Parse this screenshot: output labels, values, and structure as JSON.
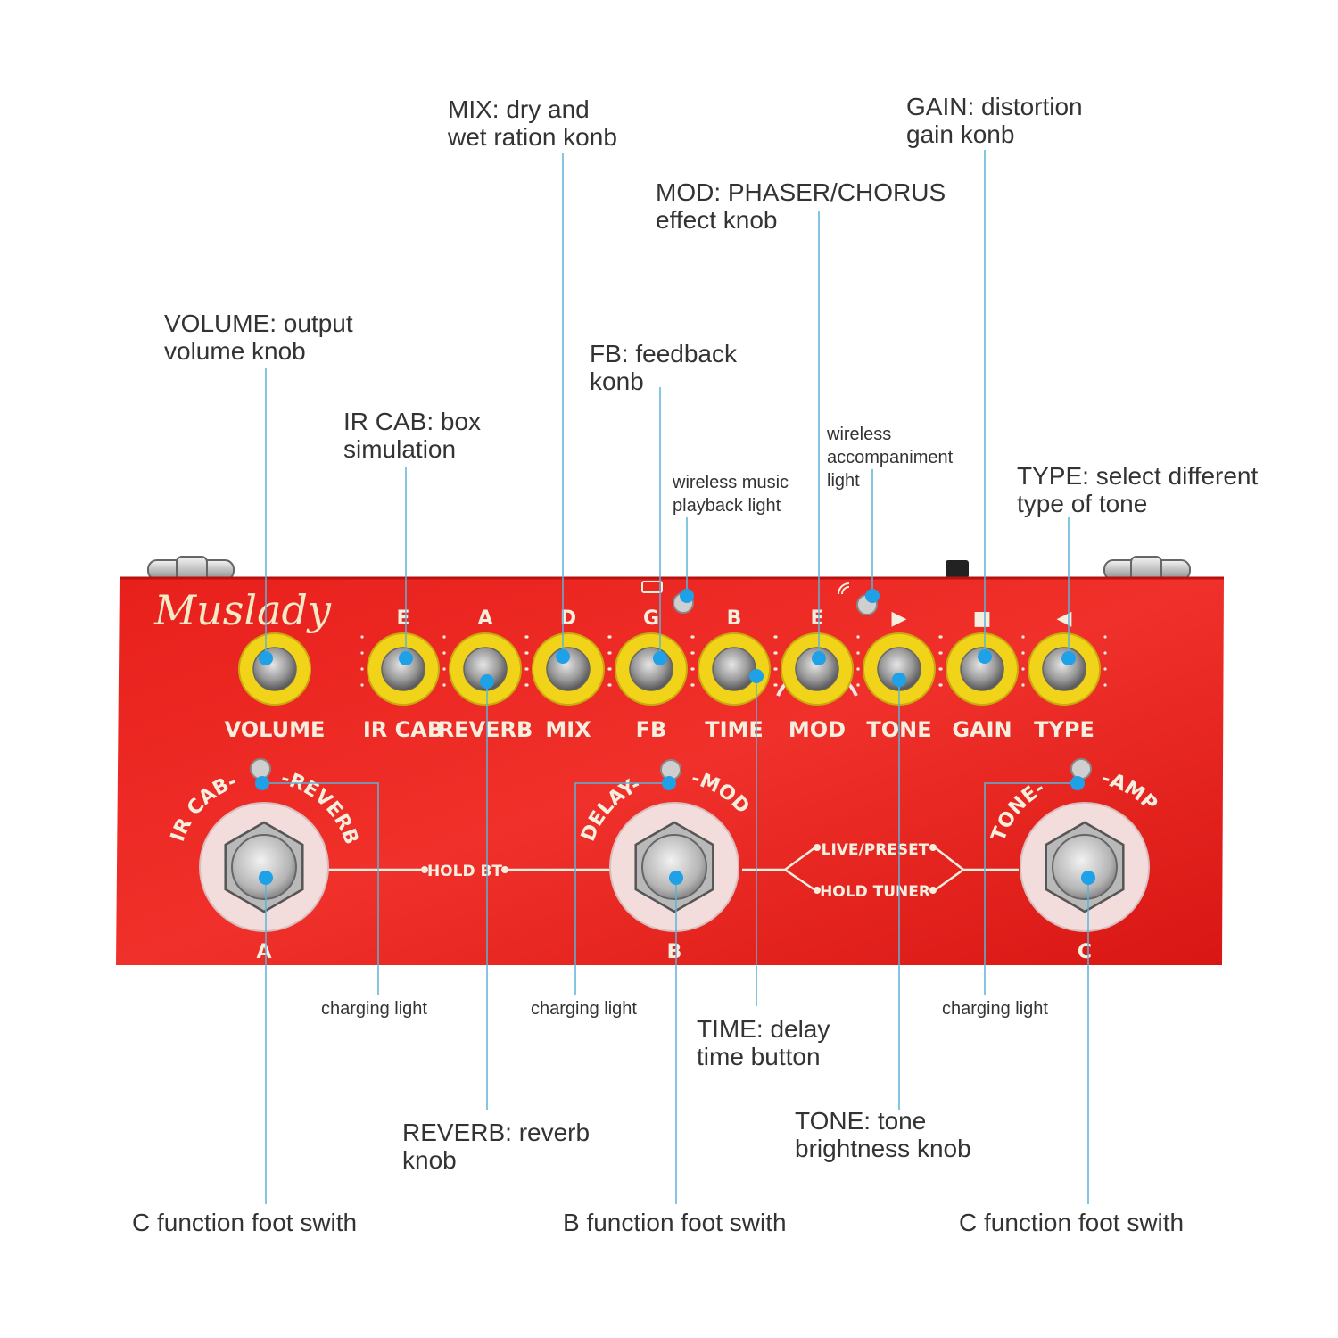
{
  "brand": "Muslady",
  "colors": {
    "body": "#e5211d",
    "knob_ring": "#f1d41a",
    "callout_line": "#5bb4d8",
    "callout_dot": "#1ea1e6",
    "label_text": "#333333"
  },
  "knobs": [
    {
      "label": "VOLUME",
      "note": ""
    },
    {
      "label": "IR CAB",
      "note": "E"
    },
    {
      "label": "REVERB",
      "note": "A"
    },
    {
      "label": "MIX",
      "note": "D"
    },
    {
      "label": "FB",
      "note": "G"
    },
    {
      "label": "TIME",
      "note": "B"
    },
    {
      "label": "MOD",
      "note": "E"
    },
    {
      "label": "TONE",
      "note": "▶"
    },
    {
      "label": "GAIN",
      "note": "■"
    },
    {
      "label": "TYPE",
      "note": "◀"
    }
  ],
  "footswitches": [
    {
      "letter": "A",
      "arc_left": "IR CAB-",
      "arc_right": "-REVERB"
    },
    {
      "letter": "B",
      "arc_left": "DELAY-",
      "arc_right": "-MOD"
    },
    {
      "letter": "C",
      "arc_left": "TONE-",
      "arc_right": "-AMP"
    }
  ],
  "panel_labels": {
    "hold_bt": "HOLD BT",
    "live_preset": "LIVE/PRESET",
    "hold_tuner": "HOLD TUNER"
  },
  "callouts": {
    "mix": [
      "MIX: dry and",
      "wet ration konb"
    ],
    "gain": [
      "GAIN: distortion",
      "gain konb"
    ],
    "mod": [
      "MOD: PHASER/CHORUS",
      "effect knob"
    ],
    "volume": [
      "VOLUME: output",
      "volume knob"
    ],
    "fb": [
      "FB: feedback",
      "konb"
    ],
    "ircab": [
      "IR CAB: box",
      "simulation"
    ],
    "wireless_accompaniment": [
      "wireless",
      "accompaniment",
      "light"
    ],
    "wireless_music": [
      "wireless music",
      "playback light"
    ],
    "type": [
      "TYPE: select different",
      "type of tone"
    ],
    "charging_a": [
      "charging light"
    ],
    "charging_b": [
      "charging light"
    ],
    "charging_c": [
      "charging light"
    ],
    "time": [
      "TIME: delay",
      "time button"
    ],
    "reverb": [
      "REVERB: reverb",
      "knob"
    ],
    "tone": [
      "TONE: tone",
      "brightness knob"
    ],
    "foot_a": [
      "C function foot swith"
    ],
    "foot_b": [
      "B function foot swith"
    ],
    "foot_c": [
      "C function foot swith"
    ]
  }
}
